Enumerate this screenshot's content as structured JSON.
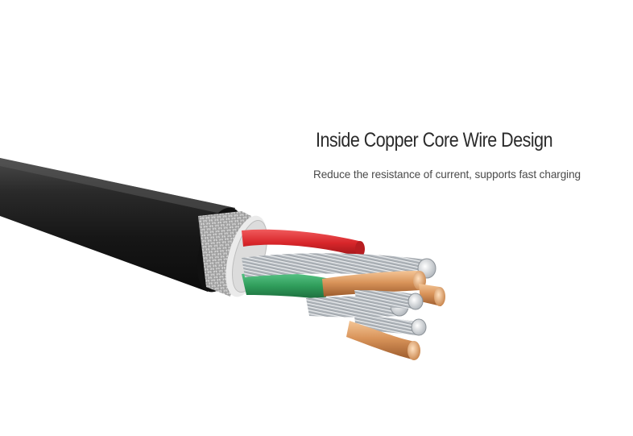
{
  "headline": "Inside Copper Core Wire Design",
  "subline": "Reduce the resistance of current, supports fast charging",
  "image": {
    "subject": "cable-cross-section",
    "colors": {
      "jacket": "#1c1c1c",
      "braid": "#d9d9d9",
      "red_wire": "#d8262a",
      "green_wire": "#2f9c5a",
      "copper": "#d9945a",
      "steel": "#c9ced3"
    }
  }
}
